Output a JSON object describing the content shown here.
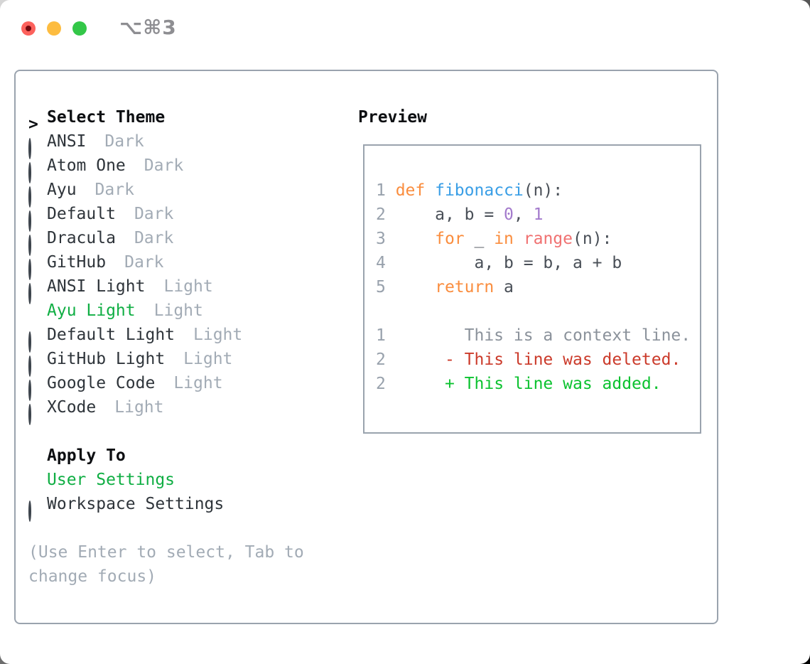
{
  "titlebar": {
    "shortcut": "⌥⌘3",
    "traffic_lights": [
      {
        "name": "close",
        "color": "#fc615c",
        "dot_color": "#73080e"
      },
      {
        "name": "minimize",
        "color": "#fdbc40"
      },
      {
        "name": "zoom",
        "color": "#33c748"
      }
    ]
  },
  "theme_list": {
    "header_prefix": ">",
    "header": "Select Theme",
    "items": [
      {
        "name": "ANSI",
        "variant": "Dark",
        "selected": false
      },
      {
        "name": "Atom One",
        "variant": "Dark",
        "selected": false
      },
      {
        "name": "Ayu",
        "variant": "Dark",
        "selected": false
      },
      {
        "name": "Default",
        "variant": "Dark",
        "selected": false
      },
      {
        "name": "Dracula",
        "variant": "Dark",
        "selected": false
      },
      {
        "name": "GitHub",
        "variant": "Dark",
        "selected": false
      },
      {
        "name": "ANSI Light",
        "variant": "Light",
        "selected": false
      },
      {
        "name": "Ayu Light",
        "variant": "Light",
        "selected": true
      },
      {
        "name": "Default Light",
        "variant": "Light",
        "selected": false
      },
      {
        "name": "GitHub Light",
        "variant": "Light",
        "selected": false
      },
      {
        "name": "Google Code",
        "variant": "Light",
        "selected": false
      },
      {
        "name": "XCode",
        "variant": "Light",
        "selected": false
      }
    ]
  },
  "apply_to": {
    "header": "Apply To",
    "options": [
      {
        "label": "User Settings",
        "selected": true
      },
      {
        "label": "Workspace Settings",
        "selected": false
      }
    ]
  },
  "help_text": "(Use Enter to select, Tab to change focus)",
  "preview": {
    "header": "Preview",
    "code_lines": [
      {
        "num": "1",
        "tokens": [
          [
            "def",
            "keyword"
          ],
          [
            " ",
            "plain"
          ],
          [
            "fibonacci",
            "function"
          ],
          [
            "(n):",
            "plain"
          ]
        ]
      },
      {
        "num": "2",
        "tokens": [
          [
            "    a, b = ",
            "plain"
          ],
          [
            "0",
            "number"
          ],
          [
            ", ",
            "plain"
          ],
          [
            "1",
            "number"
          ]
        ]
      },
      {
        "num": "3",
        "tokens": [
          [
            "    ",
            "plain"
          ],
          [
            "for",
            "keyword"
          ],
          [
            " _ ",
            "plain"
          ],
          [
            "in",
            "keyword"
          ],
          [
            " ",
            "plain"
          ],
          [
            "range",
            "builtin"
          ],
          [
            "(n):",
            "plain"
          ]
        ]
      },
      {
        "num": "4",
        "tokens": [
          [
            "        a, b = b, a + b",
            "plain"
          ]
        ]
      },
      {
        "num": "5",
        "tokens": [
          [
            "    ",
            "plain"
          ],
          [
            "return",
            "keyword"
          ],
          [
            " a",
            "plain"
          ]
        ]
      }
    ],
    "diff_lines": [
      {
        "num": "1",
        "tokens": [
          [
            "       ",
            "plain"
          ],
          [
            "This is a context line.",
            "context"
          ]
        ]
      },
      {
        "num": "2",
        "tokens": [
          [
            "     ",
            "plain"
          ],
          [
            "- This line was deleted.",
            "deleted"
          ]
        ]
      },
      {
        "num": "2",
        "tokens": [
          [
            "     ",
            "plain"
          ],
          [
            "+ This line was added.",
            "added"
          ]
        ]
      }
    ]
  },
  "colors": {
    "selection_green": "#0fae43",
    "diff_added_green": "#0bc22f",
    "diff_deleted_red": "#cb3a2a",
    "keyword_orange": "#fa8d3e",
    "function_blue": "#399ee6",
    "number_purple": "#a37acc",
    "builtin_coral": "#f07171",
    "muted_gray": "#a2abb5",
    "border_gray": "#9aa3ae"
  }
}
